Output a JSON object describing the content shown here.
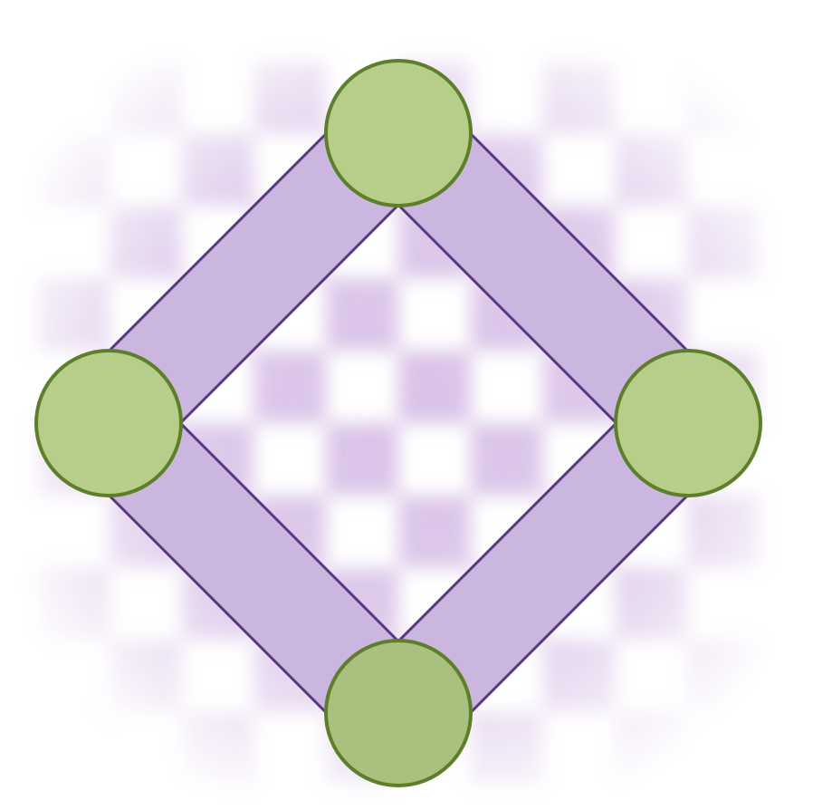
{
  "diagram": {
    "colors": {
      "background": "#ffffff",
      "checker": "#b98fd6",
      "edge_fill": "#cbb6e0",
      "edge_stroke": "#5a3a7e",
      "node_fill": "#b6ce89",
      "node_fill_bottom": "#a9c07e",
      "node_stroke": "#5e7f2a"
    },
    "nodes": [
      {
        "id": "top"
      },
      {
        "id": "right"
      },
      {
        "id": "bottom"
      },
      {
        "id": "left"
      }
    ],
    "edges": [
      {
        "from": "top",
        "to": "right"
      },
      {
        "from": "right",
        "to": "bottom"
      },
      {
        "from": "bottom",
        "to": "left"
      },
      {
        "from": "left",
        "to": "top"
      }
    ]
  }
}
